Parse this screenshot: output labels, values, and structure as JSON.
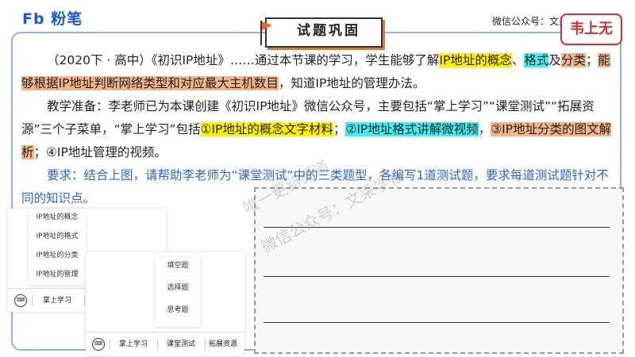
{
  "header": {
    "logo": "Fb 粉笔",
    "wechat": "微信公众号：文采学社",
    "stamp": "韦上无"
  },
  "banner": {
    "title": "试题巩固"
  },
  "para1": {
    "a": "（2020下 · 高中）《初识IP地址》……通过本节课的学习，学生能够了解",
    "h1": "IP地址的概念",
    "b": "、",
    "h2": "格式",
    "c": "及",
    "h3": "分类",
    "d": "；",
    "h4": "能够根据IP地址判断网络类型和对应最大主机数目",
    "e": "，知道IP地址的管理办法。"
  },
  "para2": {
    "a": "教学准备：李老师已为本课创建《初识IP地址》微信公众号，主要包括“掌上学习”“课堂测试”“拓展资源”三个子菜单，“掌上学习”包括",
    "h1": "①IP地址的概念文字材料",
    "b": "；",
    "h2": "②IP地址格式讲解微视频",
    "c": "，",
    "h3": "③IP地址分类的图文解析",
    "d": "；④IP地址管理的视频。"
  },
  "requirement": "要求：结合上图，请帮助李老师为“课堂测试”中的三类题型，各编写1道测试题，要求每道测试题针对不同的知识点。",
  "menu1": {
    "items": [
      "IP地址的概念",
      "IP地址的格式",
      "IP地址的分类",
      "IP地址的管理"
    ],
    "bar": "掌上学习"
  },
  "menu2": {
    "items": [
      "填空题",
      "选择题",
      "思考题"
    ],
    "bar": [
      "掌上学习",
      "课堂测试",
      "拓展资源"
    ]
  },
  "watermarks": [
    "唯一更新渠道",
    "微信公众号：文采学社"
  ],
  "colors": {
    "frame": "#8db0f2",
    "highlight_yellow": "#fff000",
    "highlight_cyan": "#3ef0f2",
    "highlight_orange": "#f3b48a",
    "requirement_text": "#2d62d8",
    "stamp": "#d0312d"
  },
  "icons": [
    "flag-icon",
    "keyboard-icon"
  ]
}
